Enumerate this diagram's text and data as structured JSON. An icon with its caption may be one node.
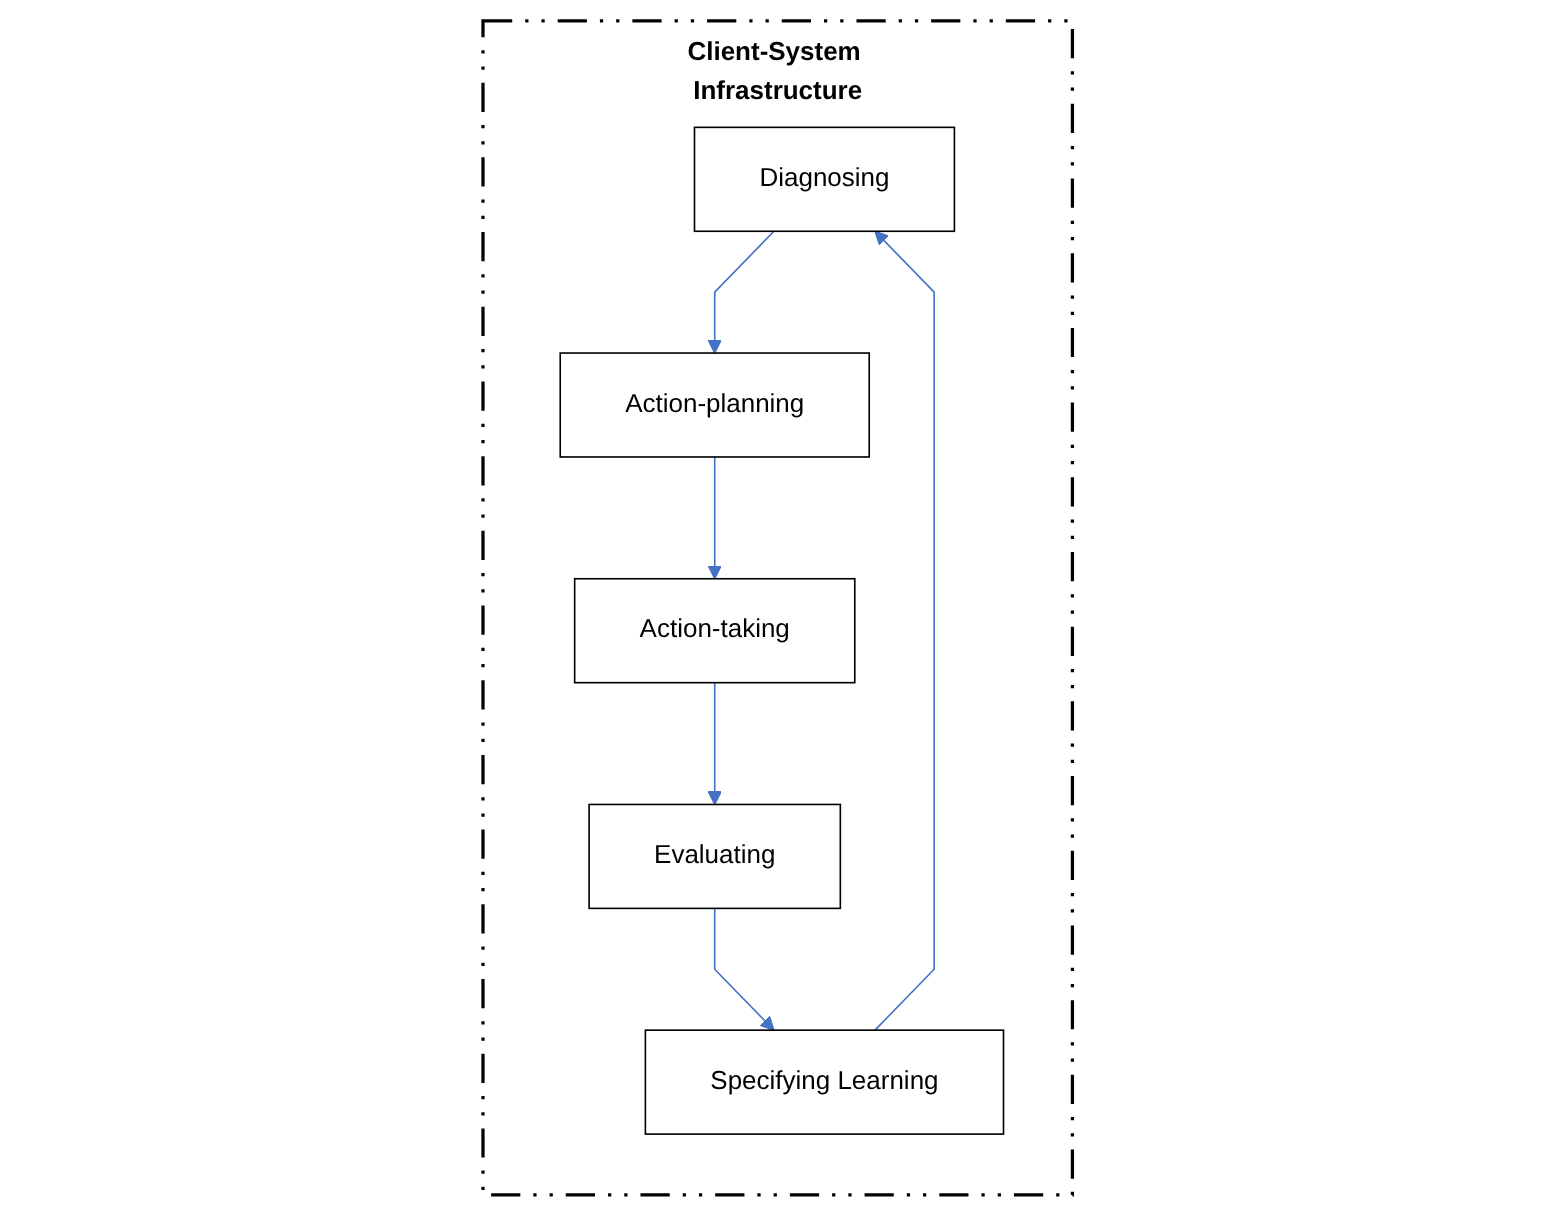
{
  "diagram": {
    "nodes": [
      {
        "text": [
          "Client-System Infrastructure"
        ]
      },
      {
        "text": [
          "Diagnosing"
        ],
        "in": 0
      },
      {
        "text": [
          "Action-planning"
        ],
        "in": 0
      },
      {
        "text": [
          "Action-taking"
        ],
        "in": 0
      },
      {
        "text": [
          "Evaluating"
        ],
        "in": 0
      },
      {
        "text": [
          "Specifying Learning"
        ],
        "in": 0
      }
    ],
    "edges": [
      {
        "from": 1,
        "to": 2,
        "arrow": "to"
      },
      {
        "from": 2,
        "to": 3,
        "arrow": "to"
      },
      {
        "from": 3,
        "to": 4,
        "arrow": "to"
      },
      {
        "from": 4,
        "to": 5,
        "arrow": "to"
      },
      {
        "from": 5,
        "to": 1,
        "arrow": "to"
      }
    ]
  }
}
